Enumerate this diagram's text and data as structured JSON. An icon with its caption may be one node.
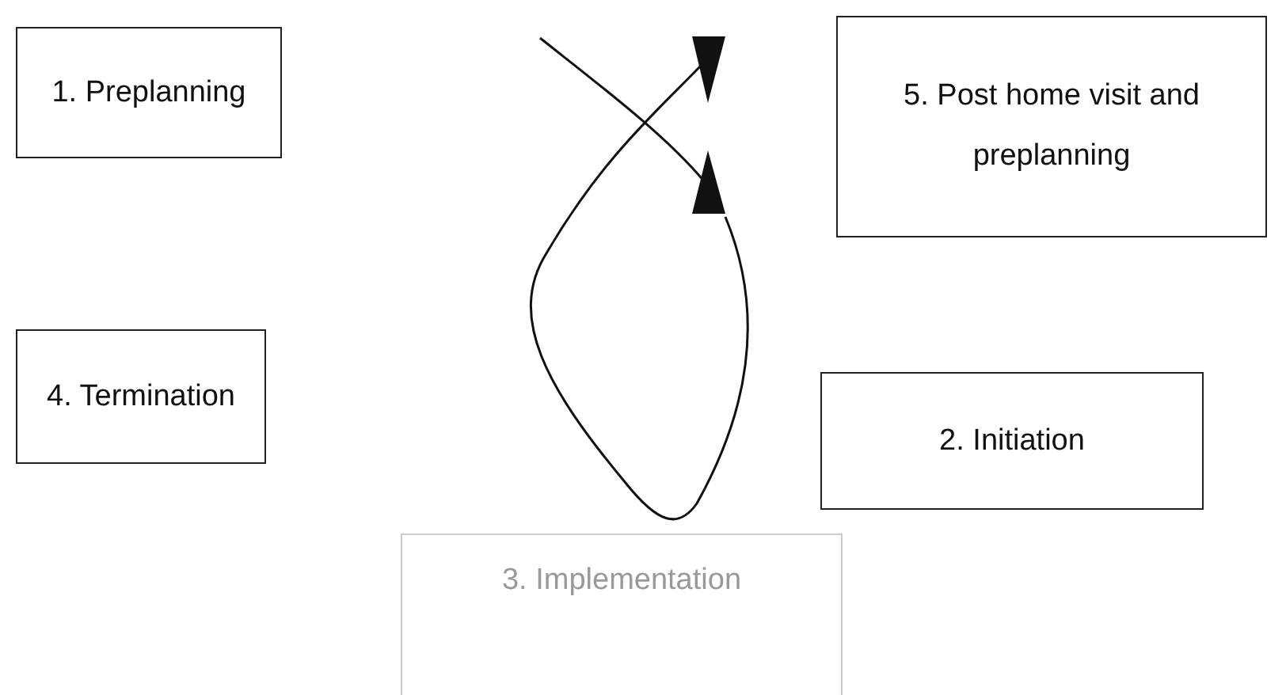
{
  "diagram": {
    "nodes": [
      {
        "text": [
          "1. Preplanning"
        ]
      },
      {
        "text": [
          "5. Post home visit and preplanning"
        ]
      },
      {
        "text": [
          "4. Termination"
        ]
      },
      {
        "text": [
          "2. Initiation"
        ]
      },
      {
        "text": [
          "3. Implementation"
        ]
      }
    ]
  }
}
